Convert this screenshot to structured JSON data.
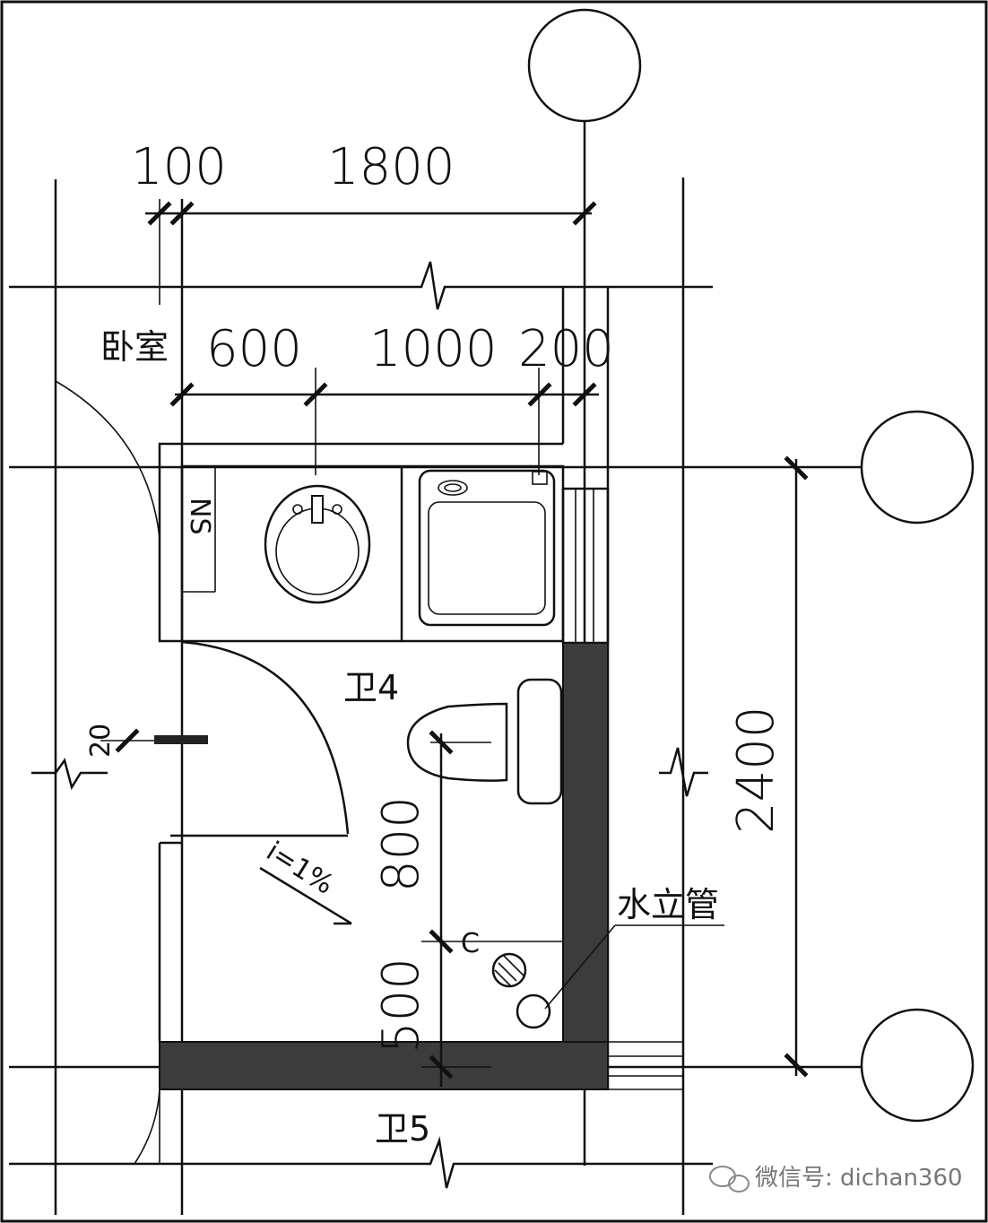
{
  "dimensions": {
    "top_left": "100",
    "top_main": "1800",
    "mid_a": "600",
    "mid_b": "1000",
    "mid_c": "200",
    "right_vertical": "2400",
    "toilet_span": "800",
    "lower_span": "500",
    "wall_offset": "20"
  },
  "labels": {
    "room_bedroom": "卧室",
    "room_wei4": "卫4",
    "room_wei5": "卫5",
    "water_riser": "水立管",
    "shaft_ns": "NS",
    "slope": "i=1%",
    "valve_c": "C"
  },
  "watermark": "微信号: dichan360"
}
